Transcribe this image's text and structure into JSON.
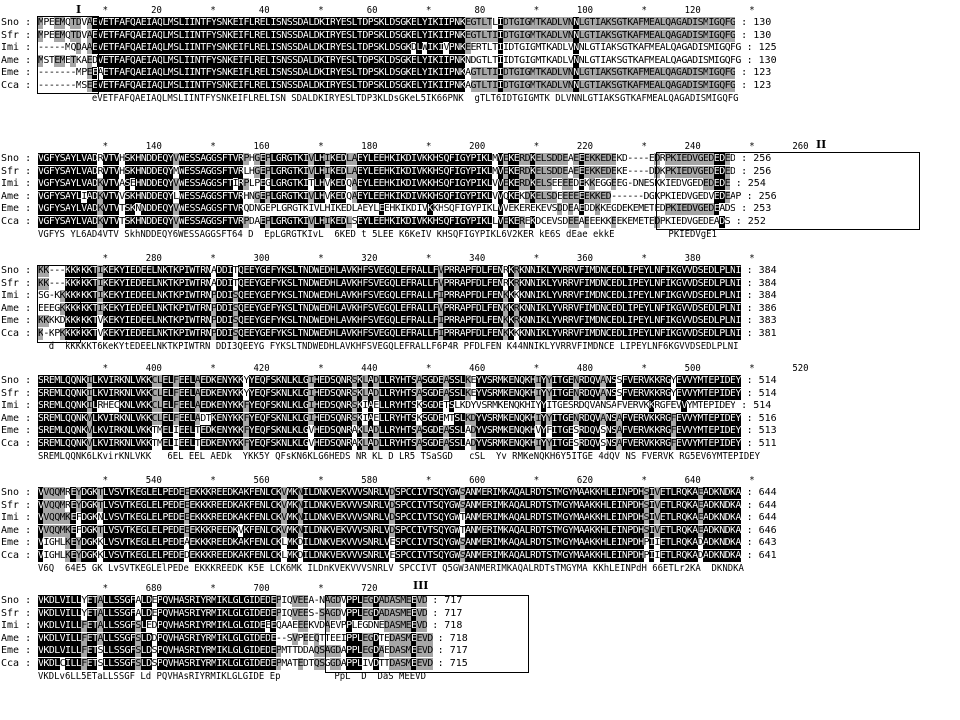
{
  "species": [
    "Sno",
    "Sfr",
    "Imi",
    "Ame",
    "Eme",
    "Cca"
  ],
  "blocks": [
    {
      "ruler": "            *        20         *        40         *        60         *        80         *       100         *       120         *",
      "rows": [
        {
          "seq": "MPEEMQTDVAEVETFAFQAEIAQLMSLIINTFYSNKEIFLRELISNSSDALDKIRYESLTDPSKLDSGKELYIKIIPNKEGTLTLIDTGIGMTKADLVNNLGTIAKSGTKAFMEALQAGADISMIGQFG",
          "end": "130"
        },
        {
          "seq": "MPEEMQTDVAEVETFAFQAEIAQLMSLIINTFYSNKEIFLRELISNSSDALDKIRYESLTDPSKLDSGKELYIKIIPNKEGTLTIIDTGIGMTKADLVNNLGTIAKSGTKAFMEALQAGADISMIGQFG",
          "end": "130"
        },
        {
          "seq": "-----MQDAAEVETFAFQAEIAQLMSLIINTFYSNKEIFLRELISNSSDALDKIRYESLTDPSKLDSGKDLWIKIVPNKEERTLTIIDTGIGMTKADLVNNLGTIAKSGTKAFMEALQAGADISMIGQFG",
          "end": "125"
        },
        {
          "seq": "MSTEMETKAEDVETFAFQAEIAQLMSLIINTFYSNKEIFLRELISNSSDALDKIRYESLTDPSKLDSGKELYIKIIPNKNDGTLTIIDTGIGMTKADLVNNLGTIAKSGTKAFMEALQAGADISMIGQFG",
          "end": "130"
        },
        {
          "seq": "-------MPEEAETFAFQAEIAQLMSLIINTFYSNKEIFLRELISNSSDALDKIRYESLTDPSKLDSGKELYIKIIPNKAGTLTIIDTGIGMTKADLVNNLGTIAKSGTKAFMEALQAGADISMIGQFG",
          "end": "123"
        },
        {
          "seq": "-------MSEEVETFAFQAEIAQLMSLIINTFYSNKEIFLRELISNSSDALDKIRYESLTDPSKLDSGKELYIKIIPNKAGTLTIIDTGIGMTKADLVNNLGTIAKSGTKAFMEALQAGADISMIGQFG",
          "end": "123"
        }
      ],
      "consensus": "          eVETFAFQAEIAQLMSLIINTFYSNKEIFLRELISN SDALDKIRYESLTDP3KLDsGKeL5IK66PNK  gTLT6IDTGIGMTK DLVNNLGTIAKSGTKAFMEALQAGADISMIGQFG"
    },
    {
      "ruler": "            *       140         *       160         *       180         *       200         *       220         *       240         *       260",
      "rows": [
        {
          "seq": "VGFYSAYLVADRVTVHSKHNDDEQYVWESSAGGSFTVRPHGEPLGRGTKIVLHIKEDLAEYLEEHKIKDIVKKHSQFIGYPIKLMVEKERDKELSDDEAEEEKKEDEKD----EDRPKIEDVGEDEDED",
          "end": "256"
        },
        {
          "seq": "VGFYSAYLVADRVTVHSKHNDDEQYMWESSAGGSFTVRLHGEPLGRGTKIVLHIKEDLAEYLEEHKIKDIVKKHSQFIGYPIKLMVEKERDKELSDDEAEEEKKEDEKE----DDKPKIEDVGEDEDED",
          "end": "256"
        },
        {
          "seq": "VGFYSAYLVADKVTVASEHNDDEQYVWESSAGGSFTIRPLPEGLGRGTKITLHVKEDQAEYLEEHKIKDIVKKHSQFIGYPIKLVVEKERDKELSEEEEDEKKEGGEEG-DNESKKIEDVGEDEDEDE",
          "end": "254"
        },
        {
          "seq": "VGFYSAYLIADKVTVVSKHNDDEQYLWESSAGGSFTVRHNGEPLGRGTKIVLHVKEDQAEYLEEHKIKDIVKKHSQFIGYPIKLVVQKEKDKELSDEEEEEEKKED------DGKPKIEDVGEDVEDEAP",
          "end": "256"
        },
        {
          "seq": "VGFYSAYLVADKVTVTSKNNDDEQYVWESSAGGSFTVRQDNGEPLGRGTKIVLHIKEDLAEYLEEHKIKDIVKKHSQFIGYPIKLVVEKEREKEVSDDEAEDDKKEGDEKEMETEDPKIEDVGEDEADS",
          "end": "253"
        },
        {
          "seq": "VGFYSAYLVADKVTVTSKHNDDEQYVWESSAGGSFTVRPDAEPLGRGTKIVLHIKEDLSEYLEEHKIKDIVKKHSQFIGYPIKLLVEKEREKDCEVSDEEAEEEKKEEKEMETEDPKIEDVGEDEADS",
          "end": "252"
        }
      ],
      "consensus": "VGFYS YL6AD4VTV SkhNDDEQY6WESSAGGSFT64 D  EpLGRGTKIvL  6KED t 5LEE K6KeIV KHSQFIGYPIKL6V2KER kE6S dEae ekkE          PKIEDVgE1"
    },
    {
      "ruler": "            *       280         *       300         *       320         *       340         *       360         *       380         *",
      "rows": [
        {
          "seq": "KK---KKKKKTIKEKYIEDEELNKTKPIWTRNADDITQEEYGEFYKSLTNDWEDHLAVKHFSVEGQLEFRALLFVPRRAPFDLFENRKRKNNIKLYVRRVFIMDNCEDLIPEYLNFIKGVVDSEDLPLNI",
          "end": "384"
        },
        {
          "seq": "KK---KKKKKTIKEKYIEDEELNKTKPIWTRNADDITQEEYGEFYKSLTNDWEDHLAVKHFSVEGQLEFRALLFVPRRAPFDLFENRKRKNNIKLYVRRVFIMDNCEDLIPEYLNFIKGVVDSEDLPLNI",
          "end": "384"
        },
        {
          "seq": "SG-KKKKKKKTIKEKYIEDEELNKTKPIWTRNPDDISQEEYGEFYKSLTNDWEDHLAVKHFSVEGQLEFRALLFIPRRAPFDLFENKKKKNNIKLYVRRVFIMDNCEDLIPEYLNFIKGVVDSEDLPLNI",
          "end": "384"
        },
        {
          "seq": "EEEGKKKKKKTIKEKYIEDEELNKTKPIWTRNPDDISQEEYGEFYKSLTNDWEDHLAVKHFSVEGQLEFRALLFVPRRAPFDLFENKKRKNNIKLYVRRVFIMDNCEDLIPEYLNFIKGVVDSEDLPLNI",
          "end": "386"
        },
        {
          "seq": "KKKKDKKKKKTVKEKYIEDEELNKTKPIWTRNPDDISQEEYGEFYKSLTNDWEDHLAVKHFSVEGQLEFRALLFIPRRAPFDLFENKKRKNNIKLYVRRVFIMDNCEDLIPEYLNFIKGVVDSEDLPLNI",
          "end": "383"
        },
        {
          "seq": "K-KPKKKKKKTVKEKYIEDEELNKTKPIWTRNPDDISQEEYGEFYKSLTNDWEDHLAVKHFSVEGQLEFRALLFIPRRAPFDLFENKKKKNNIKLYVRRVFIMDNCEDLIPEYLNFIKGVVDSEDLPLNI",
          "end": "381"
        }
      ],
      "consensus": "  d  kKKKKT6KeKYtEDEELNKTKPIWTRN DDI3QEEYG FYKSLTNDWEDHLAVKHFSVEGQLEFRALLF6P4R PFDLFEN K44NNIKLYVRRVFIMDNCE LIPEYLNF6KGVVDSEDLPLNI"
    },
    {
      "ruler": "            *       400         *       420         *       440         *       460         *       480         *       500         *       520",
      "rows": [
        {
          "seq": "SREMLQQNKILKVIRKNLVKKCLELFEELAEDKENYKKYYEQFSKNLKLGIHEDSQNRSKLADLLRYHTSASGDEASSLKEYVSRMKENQKHIYYITGENRDQVANSSFVERVKKRGYEVVYMTEPIDEY",
          "end": "514"
        },
        {
          "seq": "SREMLQQNKILKVIRKNLVKKCLELFEELAEDKENYKKYYEQFSKNLKLGIHEDSQNRSKLADLLRYHTSASGDEASSLKEYVSRMKENQKHIYYITGENRDQVANSSFVERVKKRGYEVVYMTEPIDEY",
          "end": "514"
        },
        {
          "seq": "SREMLQQNKILRHECKNLVKKCLELFEELAEDKENYKKFYEQFSKNLKLGIHEDSQNRSKIAELLRYHTSKSGDETSLKDYVSRMKENQKHIYYITGESRDQVANSAFVERVKKRGFEVVYMTEPIDEY",
          "end": "514"
        },
        {
          "seq": "SREMLQQNKVLKVIRKNLVKKCLELFEELADTKENYKKFYEQFSKNLKLGIHEDSQNRSKIAELLRYHTSKSGDEMTSLKDYVSRMKENQKHIYYITGENRDQVANSAFVERVKKRGFEVVYMTEPIDEY",
          "end": "516"
        },
        {
          "seq": "SREMLQQNKVLKVIRKNLVKKTMELIEELTEDKENYKKFYEQFSKNLKLGVHEDSQNRAKLADLLRYHTSASGDEASSLADYVSRMKENQKHVYFITGESRDQVSNSAFVERVKKRGFEVVYMTEPIDEY",
          "end": "513"
        },
        {
          "seq": "SREMLQQNKVLKVIRKNLVKKTMELIEELTEDKENYKKFYEQFSKNLKLGVHEDSQNRAKLADLLRYHTSASGDEASSLADYVSRMKENQKHIYYITGESRDQVSNSAFVERVKKRGFEVVYMTEPIDEY",
          "end": "511"
        }
      ],
      "consensus": "SREMLQQNK6LKvirKNLVKK   6EL EEL AEDk  YKK5Y QFsKN6KLG6HEDS NR KL D LR5 TSaSGD   cSL  Yv RMKeNQKH6Y5ITGE 4dQV NS FVERVK RG5EV6YMTEPIDEY"
    },
    {
      "ruler": "            *       540         *       560         *       580         *       600         *       620         *       640         *",
      "rows": [
        {
          "seq": "VVQQMREYDGKTLVSVTKEGLELPEDEEEKKKREEDKAKFENLCKVMKNILDNKVEKVVVSNRLVDSPCCIVTSQYGWSANMERIMKAQALRDTSTMGYMAAKKHLEINPDHSIVETLRQKAEADKNDKA",
          "end": "644"
        },
        {
          "seq": "VVQQMREYDGKTLVSVTKEGLELPEDEEEKKKREEDKAKFENLCKVMKNILDNKVEKVVVSNRLVDSPCCIVTSQYGWSANMERIMKAQALRDTSTMGYMAAKKHLEINPDHSIVETLRQKAEADKNDKA",
          "end": "644"
        },
        {
          "seq": "VVQQMKEFDGKNLVSVTKEGLELPEDEEEKKKREEDKAKFENLCKVMKNILDNKVEKVVVSNRLVDSPCCIVTSQYGWTANMERIMKAQALRDTSTMGYMAAKKHLEINPDHSIVETLRQKAEADKNDKA",
          "end": "644"
        },
        {
          "seq": "VVQQMKEFDGKTLVSVTKEGLELPEDEEEKKKREEDKVKFENLCKVMKNILDNKVEKVVVSNRLVDSPCCIVTSQYGWTANMERIMKAQALRDTSTMGYMAAKKHLEINPDHSIVETLRQKAEADKNDKA",
          "end": "646"
        },
        {
          "seq": "VIGHLKEYDGKKLVSVTKEGLELPEDEAEKKKREEDKAKFENLCKLMKDILDNKVEKVVVSNRLVESPCCIVTSQYGWSANMERIMKAQALRDTSTMGYMAAKKHLEINPDHPIIETLRQKADADKNDKA",
          "end": "643"
        },
        {
          "seq": "VIGHLKEYDGKKLVSVTKEGLELPEDEDEKKKREEDKAKFENLCKLMKDILDNKVEKVVVSNRLVESPCCIVTSQYGWSANMERIMKAQALRDTSTMGYMAAKKHLEINPDHPIIETLRQKADADKNDKA",
          "end": "641"
        }
      ],
      "consensus": "V6Q  64E5 GK LvSVTKEGLElPEDe EKKKREEDK K5E LCK6MK ILDnKVEKVVVSNRLV SPCCIVT Q5GW3ANMERIMKAQALRDTsTMGYMA KKhLEINPdH 66ETLr2KA  DKNDKA"
    },
    {
      "ruler": "            *       680         *       700         *       720",
      "rows": [
        {
          "seq": "VKDLVILLYETALLSSGFALDEPQVHASRIYRMIKLGLGIDEDEPIQVEEA-NAGDVPPLEGDADASMEEVD",
          "end": "717"
        },
        {
          "seq": "VKDLVILLYETALLSSGFALDEPQVHASRIYRMIKLGLGIDEDEPIQVEES-SAGDVPPLEGDADASMEEVD",
          "end": "717"
        },
        {
          "seq": "VKDLVILLFETALLSSGFSLEDPQVHASRIYRMIKLGLGIDEEEQAAEEEKVDAEVPPLEGDNEDASMEEVD",
          "end": "718"
        },
        {
          "seq": "VKDLVILLFETALLSSGFSLDDPQVHASRIYRMIKLGLGIDEDE--SVPEEQTTEEIPPLEGDTEDASMEEVD",
          "end": "718"
        },
        {
          "seq": "VKDLVILLFETSLLSSGFSLDSPQVHASRIYRMIKLGLGIDEDEPMTTDDAQSAGDAPPLEGDAEDASMEEVD",
          "end": "717"
        },
        {
          "seq": "VKDLCILLFETSLLSSGFSLDSPQVHASRIYRMIKLGLGIDEDEPMATEDTQSGGDAPPLIVDTTDASMEEVD",
          "end": "715"
        }
      ],
      "consensus": "VKDLv6LL5ETaLLSSGF Ld PQVHAsRIYRMIKLGLGIDE Ep          PpL  D  DaS MEEVD"
    }
  ],
  "regions": [
    {
      "label": "I"
    },
    {
      "label": "II"
    },
    {
      "label": "III"
    }
  ],
  "colors": {
    "identical": "#000000",
    "similar": "#a6a6a6",
    "unconserved": "#ffffff"
  }
}
